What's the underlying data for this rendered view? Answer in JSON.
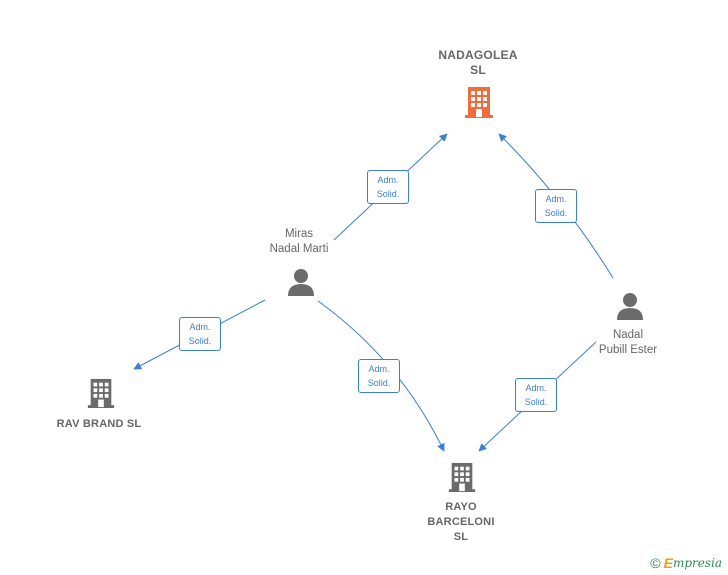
{
  "nodes": {
    "nadagolea": {
      "line1": "NADAGOLEA",
      "line2": "SL"
    },
    "rav_brand": {
      "line1": "RAV BRAND  SL"
    },
    "rayo": {
      "line1": "RAYO",
      "line2": "BARCELONI",
      "line3": "SL"
    },
    "miras": {
      "line1": "Miras",
      "line2": "Nadal Marti"
    },
    "nadal": {
      "line1": "Nadal",
      "line2": "Pubill Ester"
    }
  },
  "edges": [
    {
      "from": "miras",
      "to": "nadagolea",
      "label1": "Adm.",
      "label2": "Solid."
    },
    {
      "from": "nadal",
      "to": "nadagolea",
      "label1": "Adm.",
      "label2": "Solid."
    },
    {
      "from": "miras",
      "to": "rav_brand",
      "label1": "Adm.",
      "label2": "Solid."
    },
    {
      "from": "miras",
      "to": "rayo",
      "label1": "Adm.",
      "label2": "Solid."
    },
    {
      "from": "nadal",
      "to": "rayo",
      "label1": "Adm.",
      "label2": "Solid."
    }
  ],
  "colors": {
    "edge": "#3a7fd0",
    "main_company": "#f26b3a",
    "company": "#6b6b6b",
    "person": "#6b6b6b"
  },
  "icons": {
    "main_company": "building-icon",
    "company": "building-icon",
    "person": "person-icon"
  },
  "footer": {
    "copyright": "©",
    "brand_first": "E",
    "brand_rest": "mpresia"
  }
}
